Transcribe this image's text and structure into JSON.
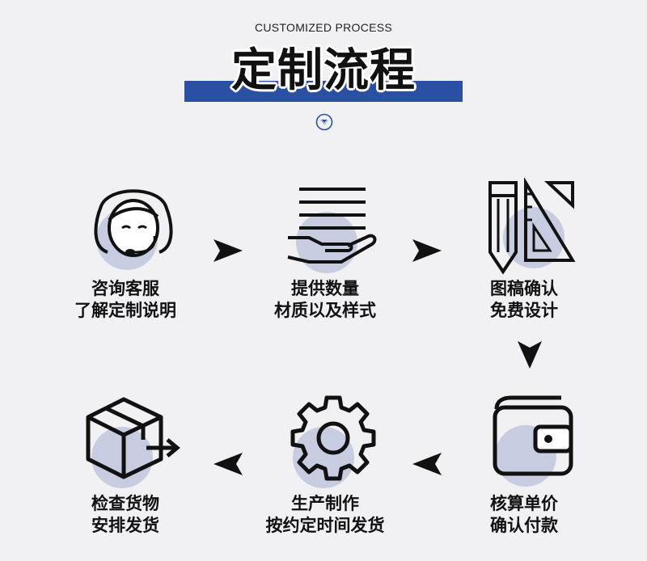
{
  "header": {
    "subtitle": "CUSTOMIZED PROCESS",
    "title": "定制流程"
  },
  "steps": [
    {
      "line1": "咨询客服",
      "line2": "了解定制说明",
      "icon": "customer-service-headset-icon"
    },
    {
      "line1": "提供数量",
      "line2": "材质以及样式",
      "icon": "hand-document-icon"
    },
    {
      "line1": "图稿确认",
      "line2": "免费设计",
      "icon": "pencil-ruler-icon"
    },
    {
      "line1": "核算单价",
      "line2": "确认付款",
      "icon": "wallet-icon"
    },
    {
      "line1": "生产制作",
      "line2": "按约定时间发货",
      "icon": "gear-icon"
    },
    {
      "line1": "检查货物",
      "line2": "安排发货",
      "icon": "box-shipping-icon"
    }
  ],
  "colors": {
    "accent": "#2a4fa3",
    "circle": "#c7cce0",
    "background": "#f1f1f3"
  }
}
